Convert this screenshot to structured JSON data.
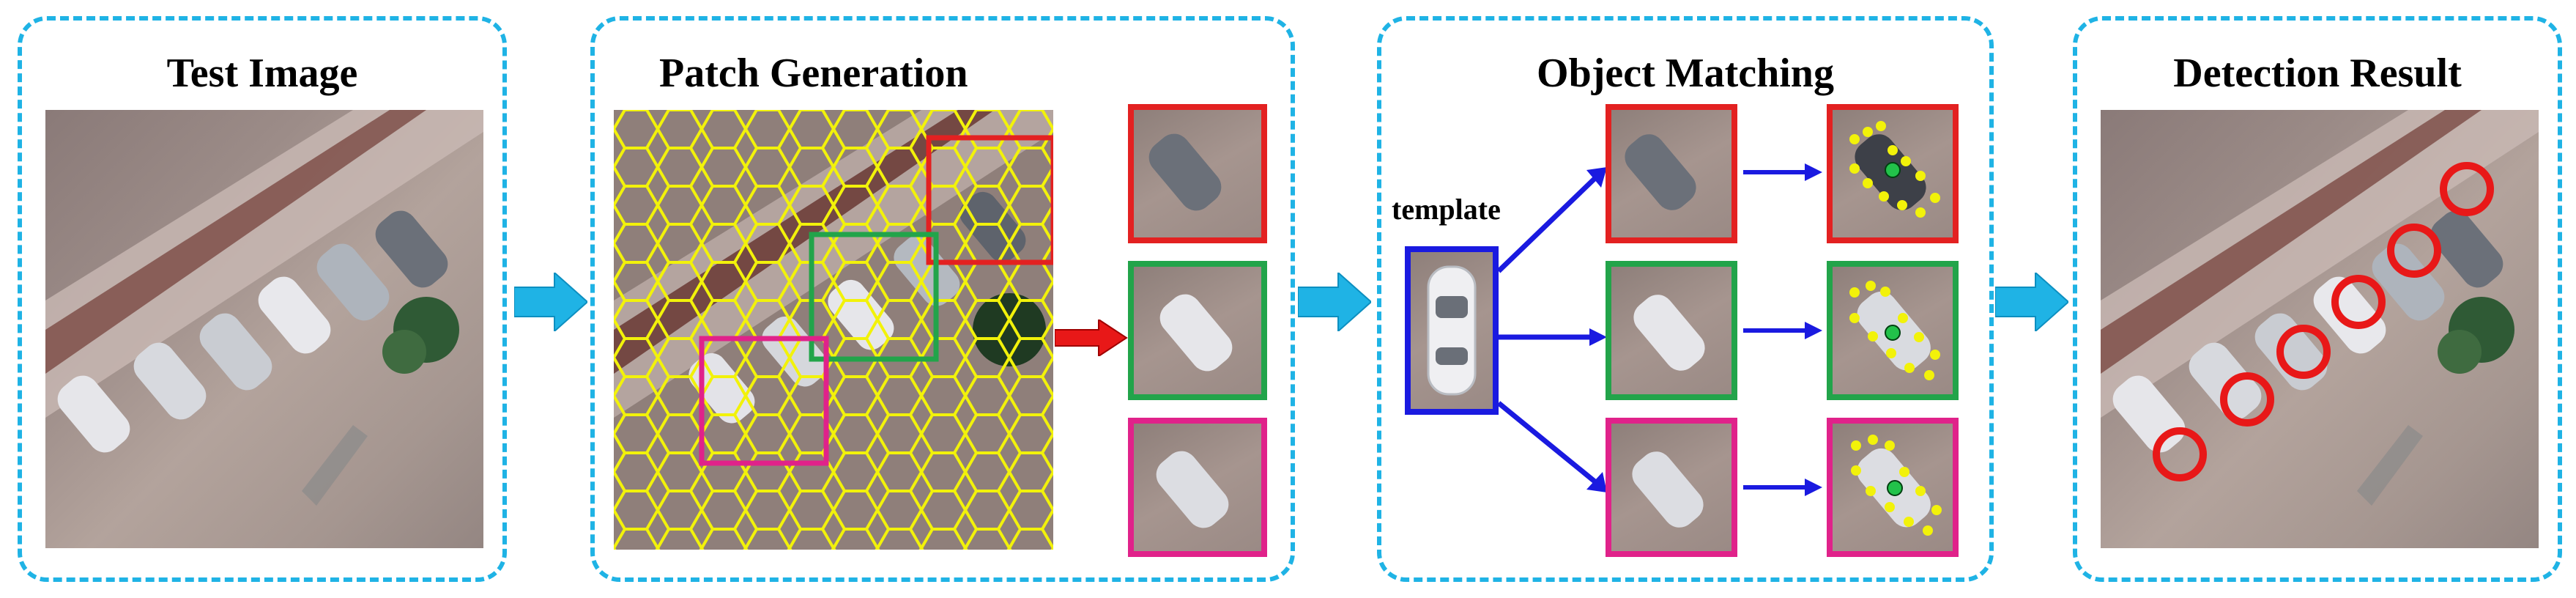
{
  "panels": {
    "test_image": {
      "title": "Test Image"
    },
    "patch_generation": {
      "title": "Patch Generation"
    },
    "object_matching": {
      "title": "Object Matching",
      "template_label": "template"
    },
    "detection_result": {
      "title": "Detection Result"
    }
  },
  "colors": {
    "panel_border": "#1fb3e5",
    "flow_arrow": "#1fb3e5",
    "patch_red": "#e32121",
    "patch_green": "#22a44a",
    "patch_magenta": "#e0228a",
    "template_blue": "#1a1ae0",
    "superpixel_yellow": "#f2f20a",
    "detection_circle": "#e81818"
  },
  "icons": [
    "right-flow-arrow",
    "red-arrow",
    "blue-arrow",
    "car",
    "detection-circle",
    "keypoint-dot",
    "center-marker"
  ]
}
